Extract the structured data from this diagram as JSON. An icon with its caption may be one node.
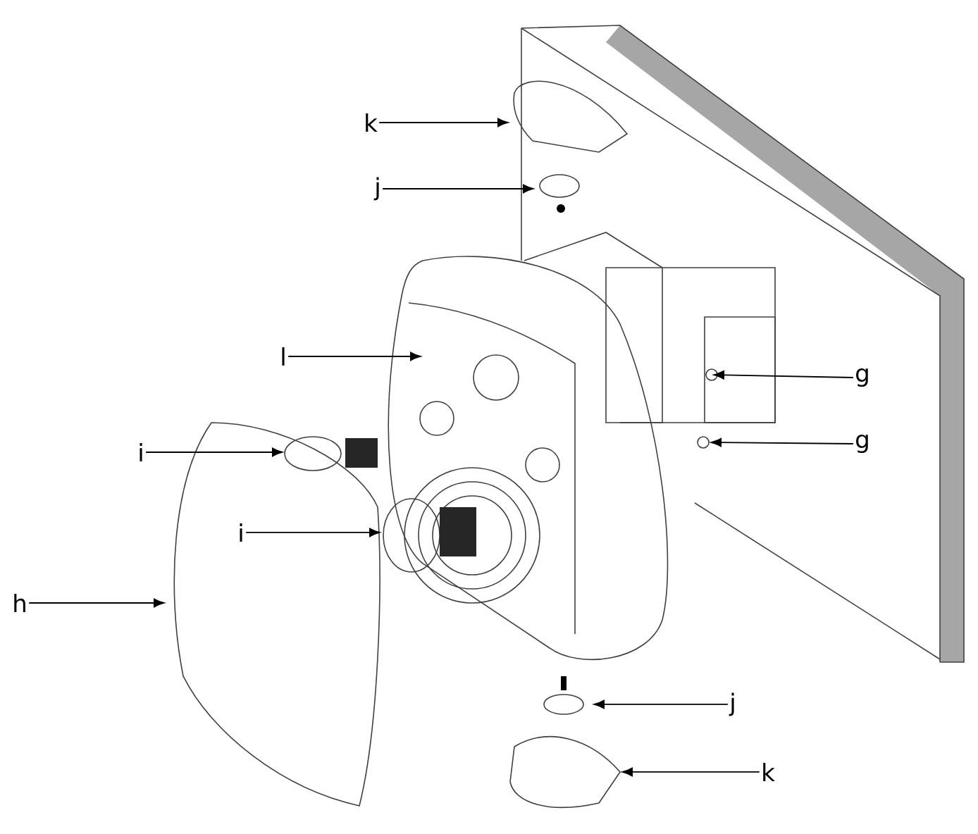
{
  "diagram": {
    "nodes": [
      {
        "text": [
          "k"
        ]
      },
      {
        "text": [
          "j"
        ]
      },
      {
        "text": [
          "l"
        ]
      },
      {
        "text": [
          "g"
        ]
      },
      {
        "text": [
          "g"
        ]
      },
      {
        "text": [
          "i"
        ]
      },
      {
        "text": [
          "i"
        ]
      },
      {
        "text": [
          "h"
        ]
      },
      {
        "text": [
          "j"
        ]
      },
      {
        "text": [
          "k"
        ]
      }
    ],
    "edges": [
      {
        "from": 0,
        "to": null,
        "arrow": "to"
      },
      {
        "from": 1,
        "to": null,
        "arrow": "to"
      },
      {
        "from": 2,
        "to": null,
        "arrow": "to"
      },
      {
        "from": 3,
        "to": null,
        "arrow": "to"
      },
      {
        "from": 4,
        "to": null,
        "arrow": "to"
      },
      {
        "from": 5,
        "to": null,
        "arrow": "to"
      },
      {
        "from": 6,
        "to": null,
        "arrow": "to"
      },
      {
        "from": 7,
        "to": null,
        "arrow": "to"
      },
      {
        "from": 8,
        "to": null,
        "arrow": "to"
      },
      {
        "from": 9,
        "to": null,
        "arrow": "to"
      }
    ]
  }
}
